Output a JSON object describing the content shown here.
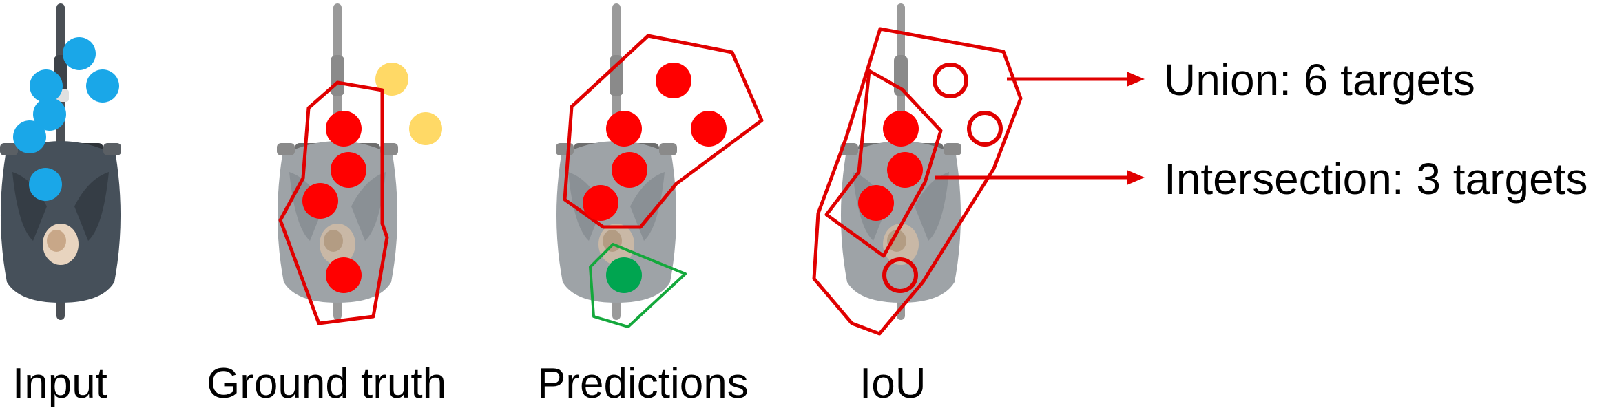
{
  "captions": [
    "Input",
    "Ground truth",
    "Predictions",
    "IoU"
  ],
  "annotations": {
    "union": "Union: 6 targets",
    "intersection": "Intersection: 3 targets"
  },
  "colors": {
    "input_point": "#1aa7e8",
    "ignored_point": "#ffd966",
    "target": "#ff0000",
    "outline": "#e00000",
    "false_prediction": "#00a550",
    "false_outline": "#14a83c",
    "rider_body": "#9ba0a4",
    "rider_dark": "#3c4650",
    "bicycle": "#a8a8a8"
  },
  "icons": [
    "cyclist-icon"
  ]
}
